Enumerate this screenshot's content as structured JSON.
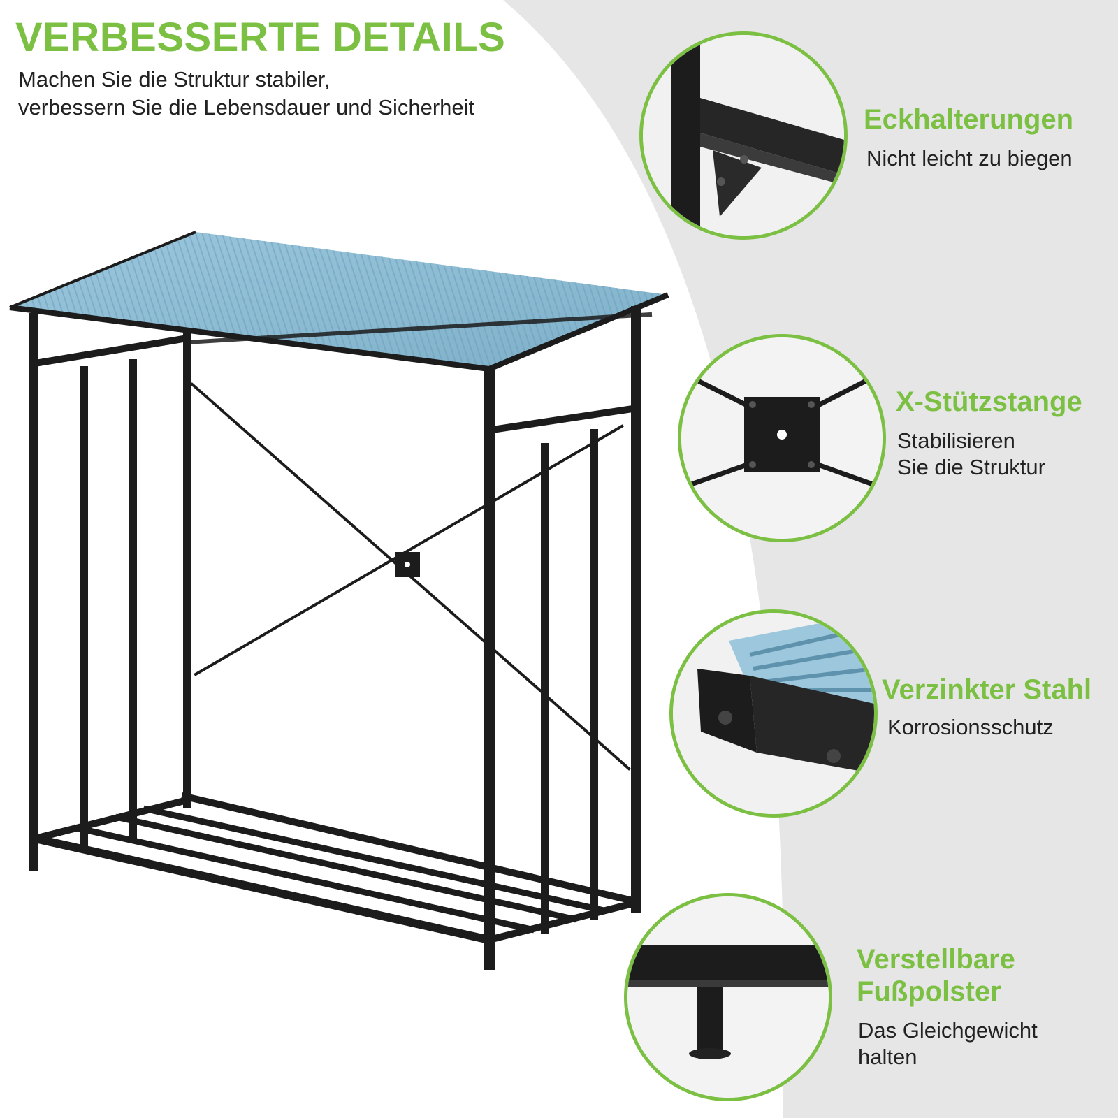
{
  "header": {
    "title": "VERBESSERTE DETAILS",
    "subtitle_line1": "Machen Sie die Struktur stabiler,",
    "subtitle_line2": "verbessern Sie die Lebensdauer und Sicherheit"
  },
  "features": [
    {
      "title_line1": "Eckhalterungen",
      "desc_line1": "Nicht leicht zu biegen"
    },
    {
      "title_line1": "X-Stützstange",
      "desc_line1": "Stabilisieren",
      "desc_line2": "Sie die Struktur"
    },
    {
      "title_line1": "Verzinkter Stahl",
      "desc_line1": "Korrosionsschutz"
    },
    {
      "title_line1": "Verstellbare",
      "title_line2": "Fußpolster",
      "desc_line1": "Das Gleichgewicht",
      "desc_line2": "halten"
    }
  ],
  "colors": {
    "accent_green": "#7cc043",
    "frame_black": "#1c1c1c",
    "roof_blue": "#8ab8d0",
    "background_gray": "#e6e6e6"
  },
  "icons": [
    "corner-bracket-closeup",
    "x-brace-plate-closeup",
    "galvanized-roof-closeup",
    "adjustable-foot-closeup"
  ]
}
